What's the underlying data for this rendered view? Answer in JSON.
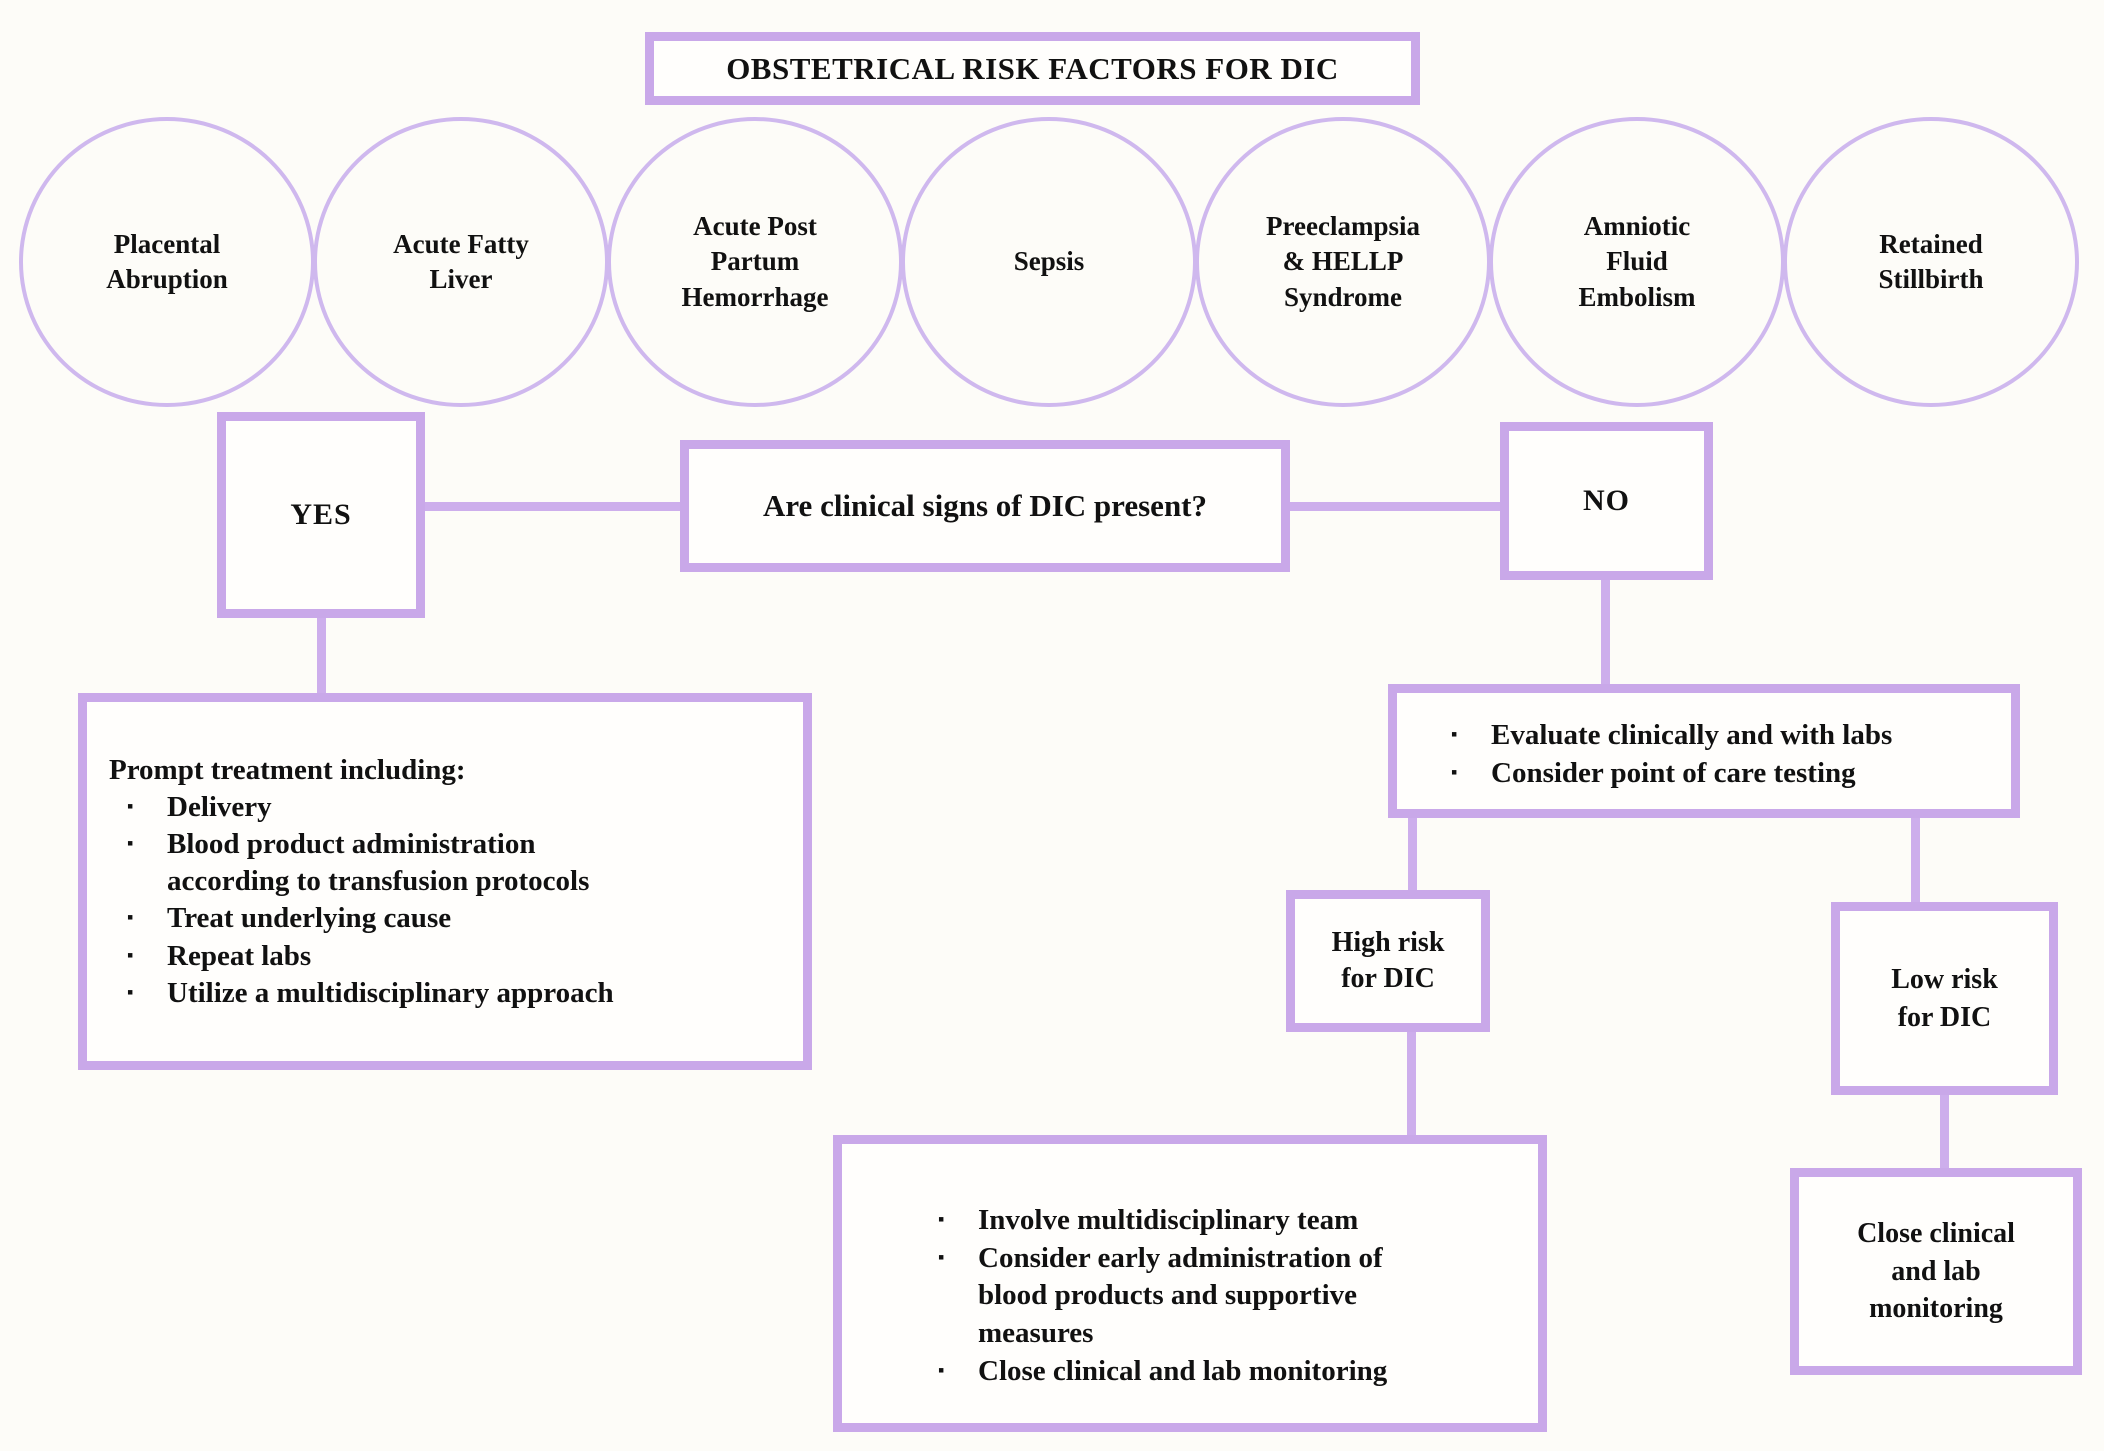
{
  "title": "OBSTETRICAL RISK FACTORS FOR DIC",
  "risk_factors": [
    "Placental\nAbruption",
    "Acute Fatty\nLiver",
    "Acute Post\nPartum\nHemorrhage",
    "Sepsis",
    "Preeclampsia\n& HELLP\nSyndrome",
    "Amniotic\nFluid\nEmbolism",
    "Retained\nStillbirth"
  ],
  "decision": {
    "question": "Are clinical signs of DIC present?",
    "yes_label": "YES",
    "no_label": "NO"
  },
  "yes_path": {
    "heading": "Prompt treatment including:",
    "items": [
      "Delivery",
      "Blood product administration according to transfusion protocols",
      "Treat underlying cause",
      "Repeat labs",
      "Utilize a multidisciplinary approach"
    ]
  },
  "no_path": {
    "items": [
      "Evaluate clinically and with labs",
      "Consider point of care testing"
    ]
  },
  "high_risk": {
    "label": "High risk\nfor DIC",
    "items": [
      "Involve multidisciplinary team",
      "Consider early administration of blood products and supportive measures",
      "Close clinical and lab monitoring"
    ]
  },
  "low_risk": {
    "label": "Low risk\nfor DIC",
    "monitoring": "Close clinical\nand lab\nmonitoring"
  },
  "bullet_glyph": "▪",
  "colors": {
    "box_border": "#c9a8e9",
    "circle_border": "#cfb8ee",
    "connector": "#cdaeec",
    "text": "#111111",
    "background": "#fdfcf8"
  }
}
